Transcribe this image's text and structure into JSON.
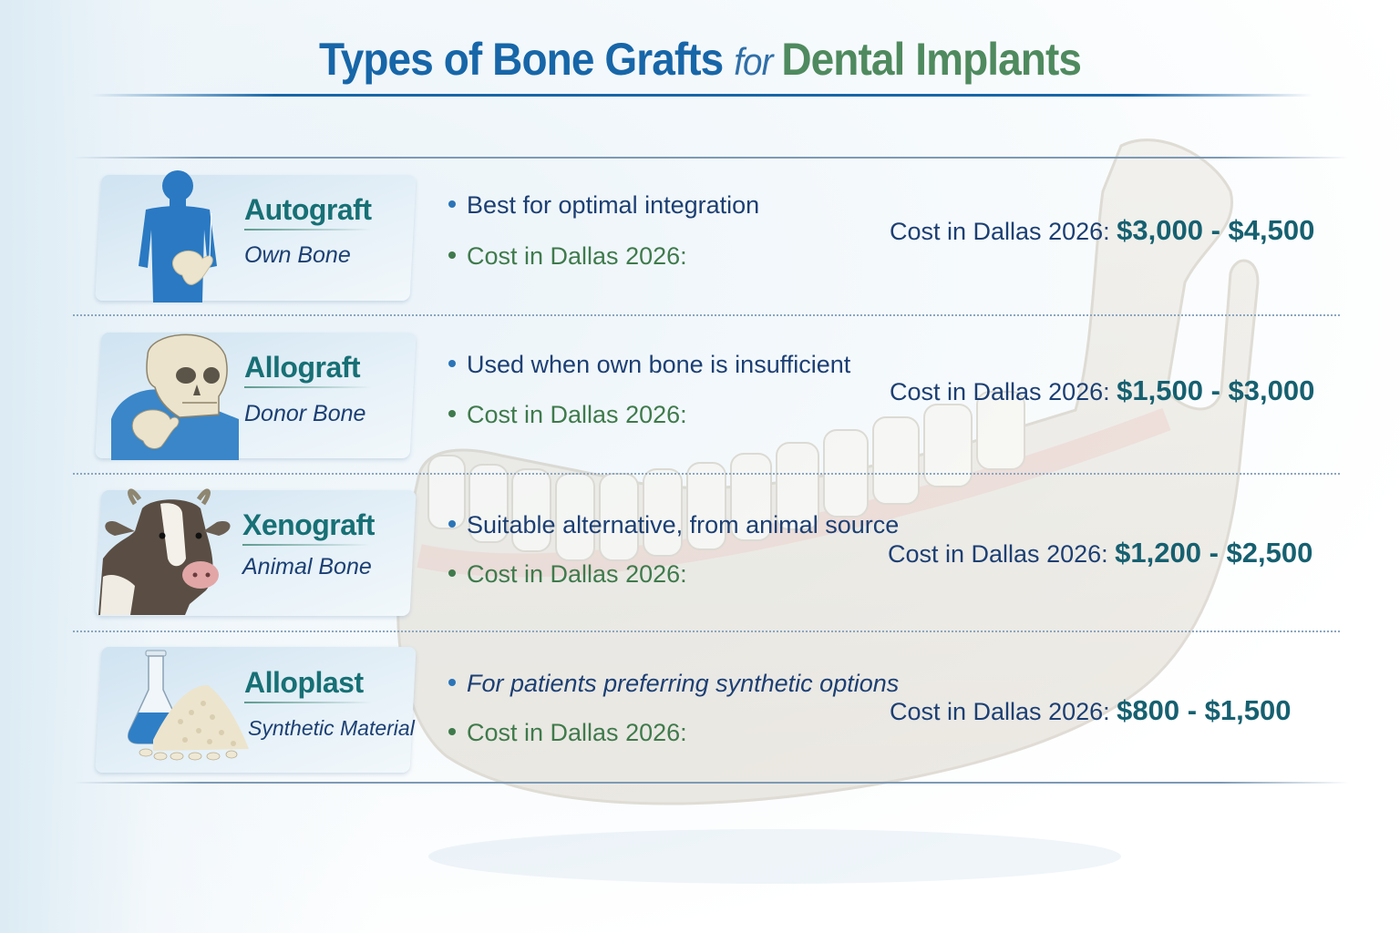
{
  "title": {
    "part1": "Types of Bone Grafts ",
    "part2": "for ",
    "part3": "Dental Implants"
  },
  "colors": {
    "title_blue": "#1766a8",
    "title_green": "#4f8a5f",
    "card_name": "#177075",
    "text_navy": "#1c3f73",
    "cost_green": "#3f7a4c",
    "price_teal": "#166070"
  },
  "grafts": [
    {
      "name": "Autograft",
      "subtitle": "Own Bone",
      "icon": "human-body-hip-bone-icon",
      "description": "Best for optimal integration",
      "cost_label": "Cost in Dallas 2026:",
      "price_label": "Cost in Dallas 2026: ",
      "price_range": "$3,000 - $4,500"
    },
    {
      "name": "Allograft",
      "subtitle": "Donor Bone",
      "icon": "skull-bone-icon",
      "description": "Used when own bone is insufficient",
      "cost_label": "Cost in Dallas 2026:",
      "price_label": "Cost in Dallas 2026: ",
      "price_range": "$1,500 - $3,000"
    },
    {
      "name": "Xenograft",
      "subtitle": "Animal Bone",
      "icon": "cow-icon",
      "description": "Suitable alternative, from animal source",
      "cost_label": "Cost in Dallas 2026:",
      "price_label": "Cost in Dallas 2026: ",
      "price_range": "$1,200 - $2,500"
    },
    {
      "name": "Alloplast",
      "subtitle": "Synthetic Material",
      "icon": "flask-granules-icon",
      "description": "For patients preferring synthetic options",
      "cost_label": "Cost in Dallas 2026:",
      "price_label": "Cost in Dallas 2026: ",
      "price_range": "$800 - $1,500"
    }
  ]
}
